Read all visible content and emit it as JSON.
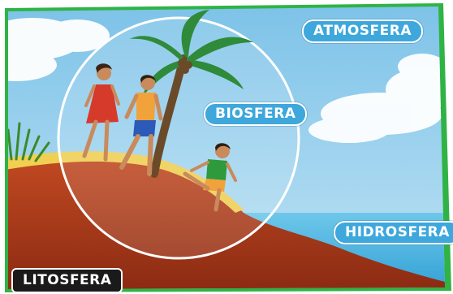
{
  "labels": {
    "atmosphere": "ATMOSFERA",
    "biosphere": "BIOSFERA",
    "hydrosphere": "HIDROSFERA",
    "lithosphere": "LITOSFERA"
  },
  "colors": {
    "frame_green": "#2fb345",
    "sky": "#8ccbea",
    "sea": "#48b3de",
    "sand": "#f0cf52",
    "soil": "#b7421f",
    "deep_soil": "#8c2c14",
    "label_blue": "#3ea7dc",
    "label_dark": "#1a1a1a"
  }
}
